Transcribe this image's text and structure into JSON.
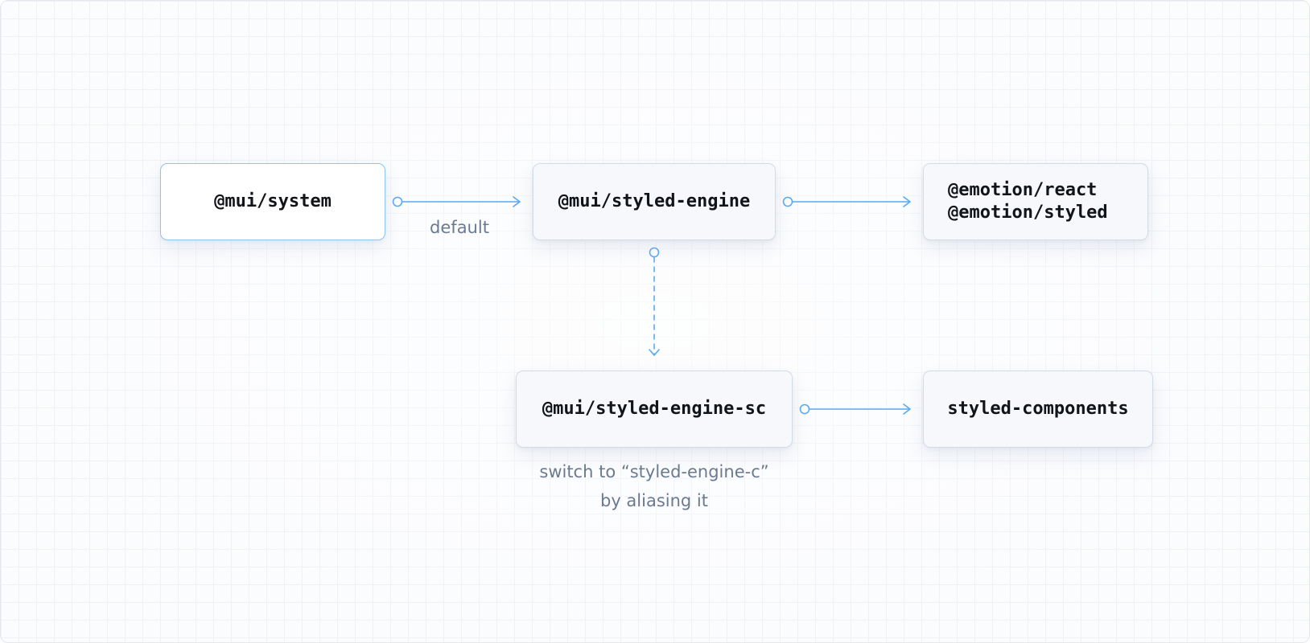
{
  "diagram": {
    "nodes": {
      "system": {
        "label": "@mui/system"
      },
      "styled_engine": {
        "label": "@mui/styled-engine"
      },
      "emotion": {
        "lines": [
          "@emotion/react",
          "@emotion/styled"
        ]
      },
      "styled_engine_sc": {
        "label": "@mui/styled-engine-sc"
      },
      "styled_components": {
        "label": "styled-components"
      }
    },
    "edge_labels": {
      "default": "default",
      "alias_line1": "switch to “styled-engine-c”",
      "alias_line2": "by aliasing it"
    },
    "colors": {
      "connector": "#5aaaf0",
      "primary_border": "#8ec3f2",
      "node_border": "#d3dbe6",
      "label_text": "#6b7a90"
    }
  }
}
